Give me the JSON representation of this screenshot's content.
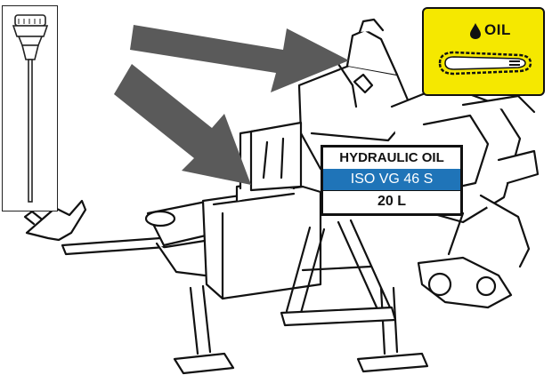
{
  "oil_label": {
    "title": "HYDRAULIC OIL",
    "grade": "ISO VG 46 S",
    "volume": "20 L",
    "grade_bg_color": "#1f74b8"
  },
  "chain_oil_badge": {
    "text": "OIL",
    "bg_color": "#f5e800",
    "icons": [
      "oil-drop-icon",
      "chainsaw-bar-icon"
    ]
  },
  "dipstick_inset": {
    "icons": [
      "dipstick-icon"
    ]
  },
  "arrows": {
    "color": "#5a5a5a",
    "icons": [
      "arrow-to-oil-filler-icon",
      "arrow-to-hydraulic-tank-icon"
    ]
  }
}
